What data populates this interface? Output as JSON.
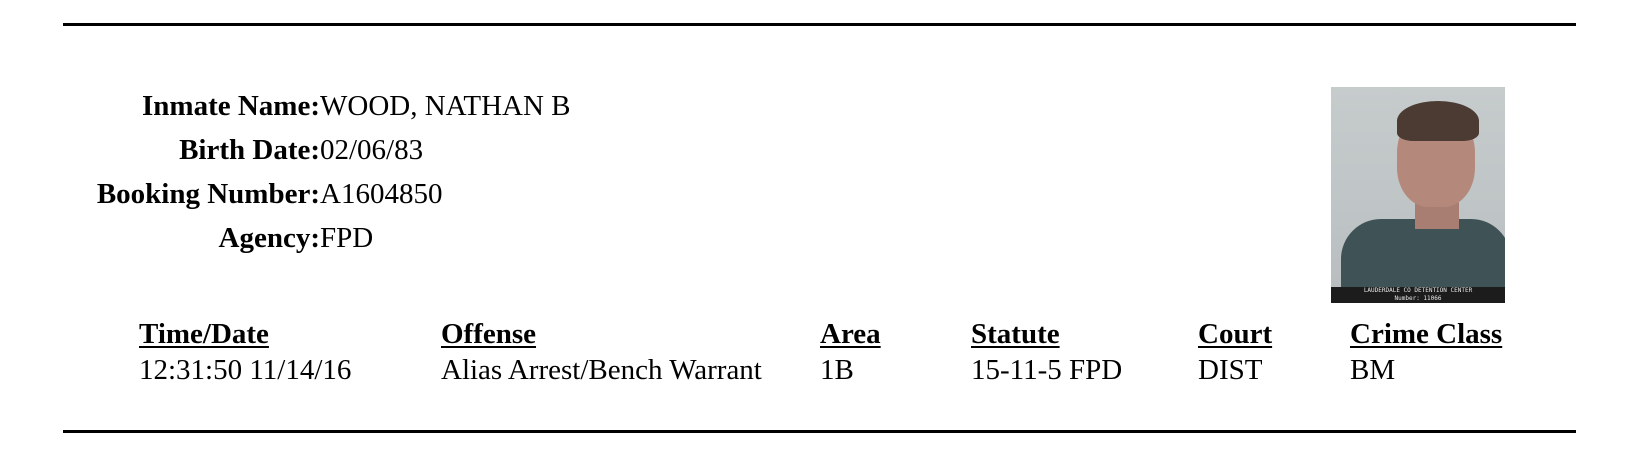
{
  "inmate": {
    "name_label": "Inmate Name:",
    "name": "WOOD, NATHAN B",
    "birth_label": "Birth Date:",
    "birth_date": "02/06/83",
    "booking_label": "Booking Number:",
    "booking_number": "A1604850",
    "agency_label": "Agency:",
    "agency": "FPD"
  },
  "photo": {
    "caption_line1": "LAUDERDALE CO DETENTION CENTER",
    "caption_line2": "Number: 11066"
  },
  "charges": {
    "headers": [
      "Time/Date",
      "Offense",
      "Area",
      "Statute",
      "Court",
      "Crime Class"
    ],
    "rows": [
      [
        "12:31:50 11/14/16",
        "Alias Arrest/Bench Warrant",
        "1B",
        "15-11-5 FPD",
        "DIST",
        "BM"
      ]
    ]
  }
}
